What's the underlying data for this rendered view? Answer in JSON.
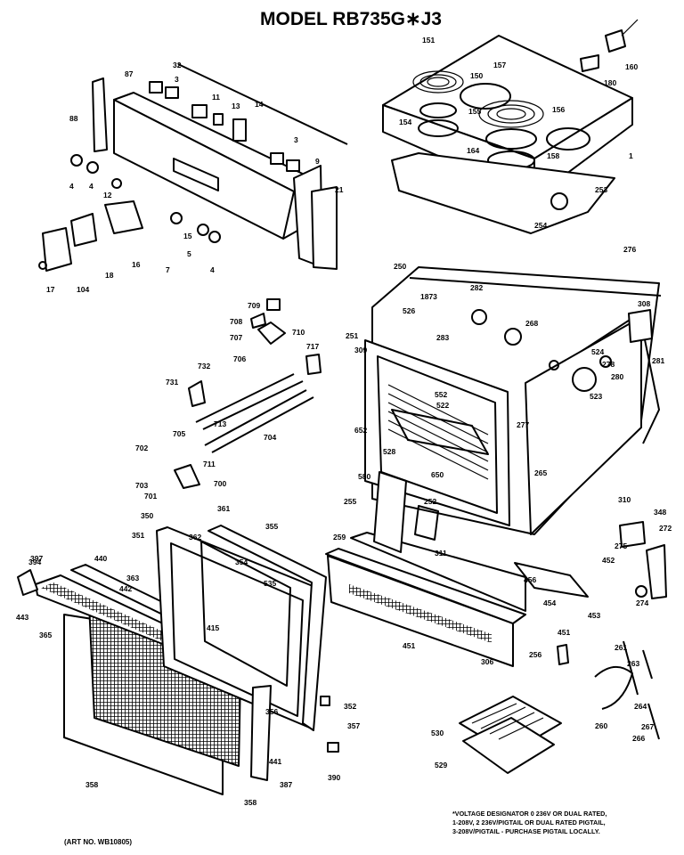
{
  "title": "MODEL RB735G∗J3",
  "art_number": "(ART NO. WB10805)",
  "voltage_note": [
    "*VOLTAGE DESIGNATOR 0 236V OR DUAL RATED,",
    "1-208V, 2 236V/PIGTAIL OR DUAL RATED PIGTAIL,",
    "3-208V/PIGTAIL - PURCHASE PIGTAIL LOCALLY."
  ],
  "part_labels": [
    {
      "text": "32"
    },
    {
      "text": "87"
    },
    {
      "text": "3"
    },
    {
      "text": "11"
    },
    {
      "text": "13"
    },
    {
      "text": "14"
    },
    {
      "text": "88"
    },
    {
      "text": "4"
    },
    {
      "text": "4"
    },
    {
      "text": "12"
    },
    {
      "text": "3"
    },
    {
      "text": "9"
    },
    {
      "text": "21"
    },
    {
      "text": "16"
    },
    {
      "text": "15"
    },
    {
      "text": "5"
    },
    {
      "text": "4"
    },
    {
      "text": "7"
    },
    {
      "text": "17"
    },
    {
      "text": "104"
    },
    {
      "text": "18"
    },
    {
      "text": "151"
    },
    {
      "text": "157"
    },
    {
      "text": "150"
    },
    {
      "text": "154"
    },
    {
      "text": "155"
    },
    {
      "text": "156"
    },
    {
      "text": "164"
    },
    {
      "text": "158"
    },
    {
      "text": "1"
    },
    {
      "text": "160"
    },
    {
      "text": "180"
    },
    {
      "text": "253"
    },
    {
      "text": "254"
    },
    {
      "text": "276"
    },
    {
      "text": "250"
    },
    {
      "text": "282"
    },
    {
      "text": "526"
    },
    {
      "text": "1873"
    },
    {
      "text": "283"
    },
    {
      "text": "268"
    },
    {
      "text": "251"
    },
    {
      "text": "309"
    },
    {
      "text": "308"
    },
    {
      "text": "281"
    },
    {
      "text": "524"
    },
    {
      "text": "278"
    },
    {
      "text": "280"
    },
    {
      "text": "523"
    },
    {
      "text": "709"
    },
    {
      "text": "708"
    },
    {
      "text": "710"
    },
    {
      "text": "707"
    },
    {
      "text": "706"
    },
    {
      "text": "717"
    },
    {
      "text": "731"
    },
    {
      "text": "732"
    },
    {
      "text": "713"
    },
    {
      "text": "705"
    },
    {
      "text": "704"
    },
    {
      "text": "702"
    },
    {
      "text": "711"
    },
    {
      "text": "703"
    },
    {
      "text": "701"
    },
    {
      "text": "700"
    },
    {
      "text": "552"
    },
    {
      "text": "522"
    },
    {
      "text": "652"
    },
    {
      "text": "277"
    },
    {
      "text": "528"
    },
    {
      "text": "650"
    },
    {
      "text": "580"
    },
    {
      "text": "265"
    },
    {
      "text": "255"
    },
    {
      "text": "252"
    },
    {
      "text": "310"
    },
    {
      "text": "259"
    },
    {
      "text": "311"
    },
    {
      "text": "348"
    },
    {
      "text": "272"
    },
    {
      "text": "275"
    },
    {
      "text": "274"
    },
    {
      "text": "350"
    },
    {
      "text": "361"
    },
    {
      "text": "355"
    },
    {
      "text": "351"
    },
    {
      "text": "362"
    },
    {
      "text": "354"
    },
    {
      "text": "535"
    },
    {
      "text": "397"
    },
    {
      "text": "394"
    },
    {
      "text": "440"
    },
    {
      "text": "363"
    },
    {
      "text": "442"
    },
    {
      "text": "443"
    },
    {
      "text": "415"
    },
    {
      "text": "365"
    },
    {
      "text": "456"
    },
    {
      "text": "452"
    },
    {
      "text": "454"
    },
    {
      "text": "453"
    },
    {
      "text": "451"
    },
    {
      "text": "451"
    },
    {
      "text": "306"
    },
    {
      "text": "256"
    },
    {
      "text": "261"
    },
    {
      "text": "263"
    },
    {
      "text": "264"
    },
    {
      "text": "260"
    },
    {
      "text": "267"
    },
    {
      "text": "266"
    },
    {
      "text": "356"
    },
    {
      "text": "352"
    },
    {
      "text": "357"
    },
    {
      "text": "358"
    },
    {
      "text": "441"
    },
    {
      "text": "387"
    },
    {
      "text": "390"
    },
    {
      "text": "358"
    },
    {
      "text": "530"
    },
    {
      "text": "529"
    }
  ]
}
